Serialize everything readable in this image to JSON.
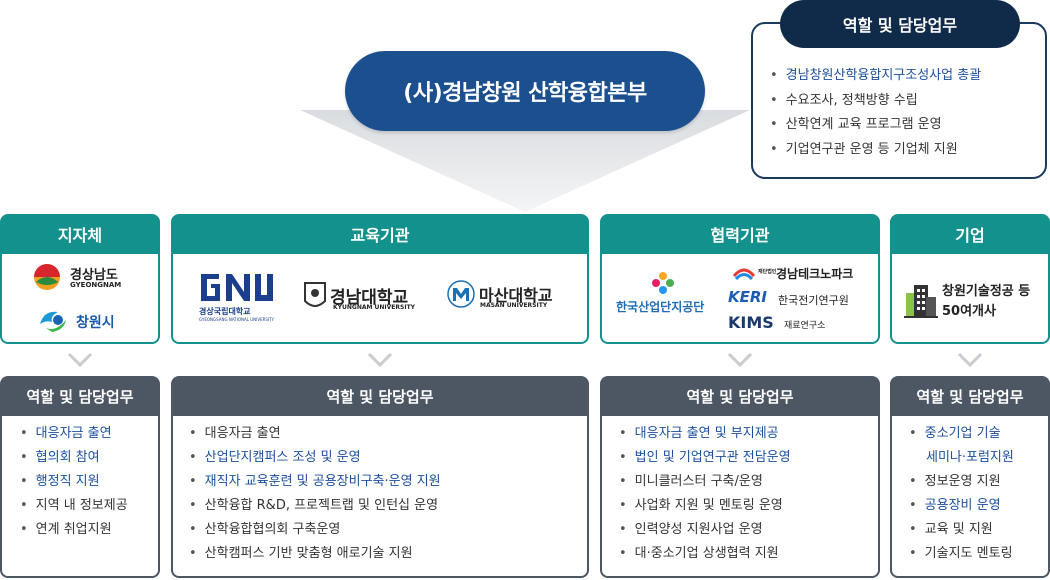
{
  "hq": {
    "label": "(사)경남창원 산학융합본부"
  },
  "top_role": {
    "title": "역할 및 담당업무",
    "items": [
      {
        "text": "경남창원산학융합지구조성사업 총괄",
        "hl": true
      },
      {
        "text": "수요조사, 정책방향 수립",
        "hl": false
      },
      {
        "text": "산학연계 교육 프로그램 운영",
        "hl": false
      },
      {
        "text": "기업연구관 운영 등 기업체 지원",
        "hl": false
      }
    ]
  },
  "categories": [
    {
      "label": "지자체",
      "logos": [
        "경상남도",
        "GYEONGNAM",
        "창원시"
      ]
    },
    {
      "label": "교육기관",
      "logos": [
        "경상국립대학교",
        "GYEONGSANG NATIONAL UNIVERSITY",
        "경남대학교",
        "KYUNGNAM UNIVERSITY",
        "마산대학교",
        "MASAN UNIVERSITY"
      ]
    },
    {
      "label": "협력기관",
      "logos": [
        "한국산업단지공단",
        "경남테크노파크",
        "재단법인",
        "KERI",
        "한국전기연구원",
        "KIMS",
        "재료연구소"
      ]
    },
    {
      "label": "기업",
      "logos": [
        "창원기술정공 등",
        "50여개사"
      ]
    }
  ],
  "roles": [
    {
      "title": "역할 및 담당업무",
      "items": [
        {
          "text": "대응자금 출연",
          "hl": true
        },
        {
          "text": "협의회 참여",
          "hl": true
        },
        {
          "text": "행정직 지원",
          "hl": true
        },
        {
          "text": "지역 내 정보제공",
          "hl": false
        },
        {
          "text": "연계 취업지원",
          "hl": false
        }
      ]
    },
    {
      "title": "역할 및 담당업무",
      "items": [
        {
          "text": "대응자금 출연",
          "hl": false
        },
        {
          "text": "산업단지캠퍼스 조성 및 운영",
          "hl": true
        },
        {
          "text": "재직자 교육훈련 및 공용장비구축·운영 지원",
          "hl": true
        },
        {
          "text": "산학융합 R&D, 프로젝트랩 및 인턴십 운영",
          "hl": false
        },
        {
          "text": "산학융합협의회 구축운영",
          "hl": false
        },
        {
          "text": "산학캠퍼스 기반 맞춤형 애로기술 지원",
          "hl": false
        }
      ]
    },
    {
      "title": "역할 및 담당업무",
      "items": [
        {
          "text": "대응자금 출연 및 부지제공",
          "hl": true
        },
        {
          "text": "법인 및 기업연구관 전담운영",
          "hl": true
        },
        {
          "text": "미니클러스터 구축/운영",
          "hl": false
        },
        {
          "text": "사업화 지원 및 멘토링 운영",
          "hl": false
        },
        {
          "text": "인력양성 지원사업 운영",
          "hl": false
        },
        {
          "text": "대·중소기업 상생협력 지원",
          "hl": false
        }
      ]
    },
    {
      "title": "역할 및 담당업무",
      "items": [
        {
          "text": "중소기업 기술",
          "hl": true,
          "cont": false
        },
        {
          "text": "세미나·포럼지원",
          "hl": true,
          "cont": true
        },
        {
          "text": "정보운영 지원",
          "hl": false,
          "cont": false
        },
        {
          "text": "공용장비 운영",
          "hl": true,
          "cont": false
        },
        {
          "text": "교육 및 지원",
          "hl": false,
          "cont": false
        },
        {
          "text": "기술지도 멘토링",
          "hl": false,
          "cont": false
        }
      ]
    }
  ],
  "colors": {
    "hq": "#1b4f8e",
    "category": "#13918c",
    "role": "#4d5663",
    "highlight": "#1b4f9c"
  }
}
